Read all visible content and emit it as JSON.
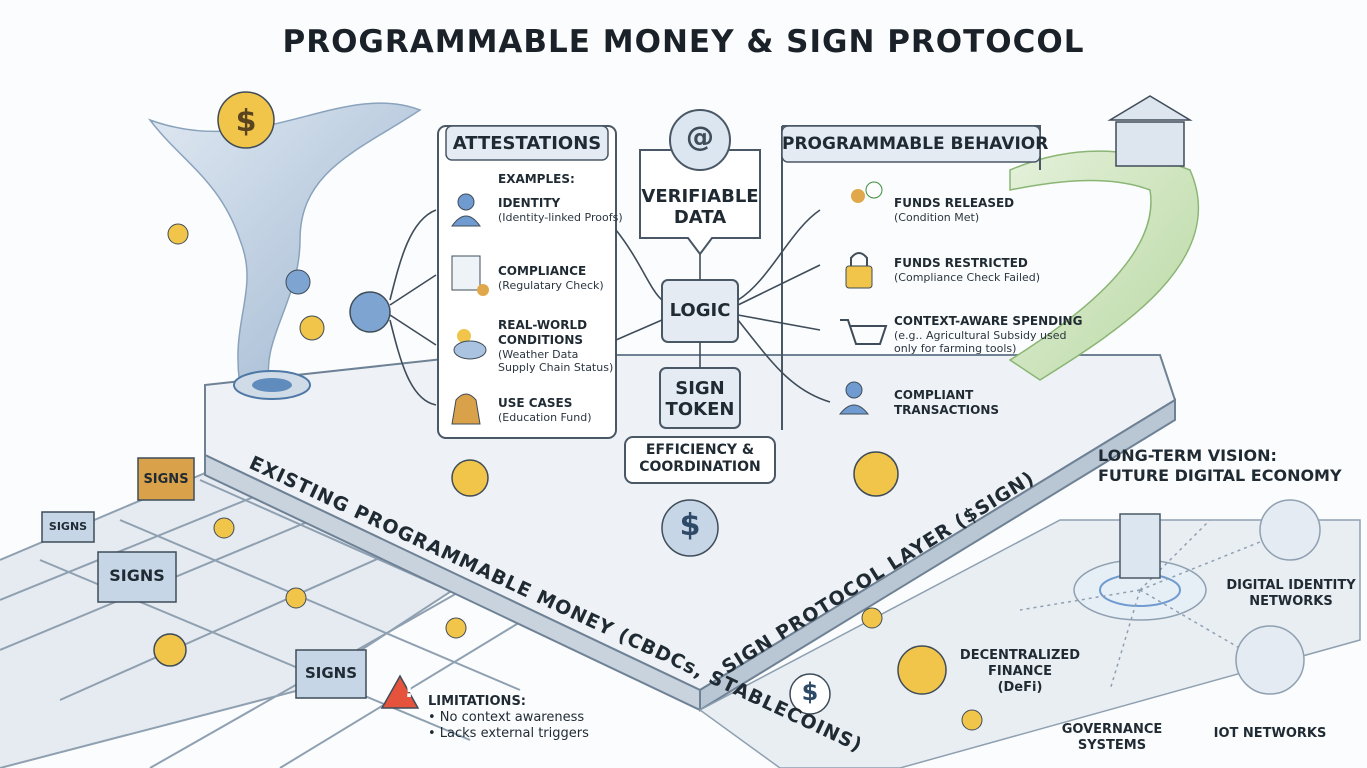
{
  "title": "PROGRAMMABLE MONEY & SIGN PROTOCOL",
  "attestations": {
    "header": "ATTESTATIONS",
    "examples_label": "EXAMPLES:",
    "items": [
      {
        "title": "IDENTITY",
        "desc": "(Identity-linked Proofs)"
      },
      {
        "title": "COMPLIANCE",
        "desc": "(Regulatary Check)"
      },
      {
        "title_1": "REAL-WORLD",
        "title_2": "CONDITIONS",
        "desc_1": "(Weather Data",
        "desc_2": "Supply Chain Status)"
      },
      {
        "title": "USE CASES",
        "desc": "(Education Fund)"
      }
    ]
  },
  "center": {
    "at_symbol": "@",
    "verifiable_1": "VERIFIABLE",
    "verifiable_2": "DATA",
    "logic": "LOGIC",
    "token_1": "SIGN",
    "token_2": "TOKEN",
    "efficiency_1": "EFFICIENCY &",
    "efficiency_2": "COORDINATION"
  },
  "behavior": {
    "header": "PROGRAMMABLE BEHAVIOR",
    "items": [
      {
        "title": "FUNDS RELEASED",
        "desc": "(Condition Met)"
      },
      {
        "title": "FUNDS RESTRICTED",
        "desc": "(Compliance Check Failed)"
      },
      {
        "title": "CONTEXT-AWARE SPENDING",
        "desc_1": "(e.g.. Agricultural Subsidy used",
        "desc_2": "only for farming tools)"
      },
      {
        "title_1": "COMPLIANT",
        "title_2": "TRANSACTIONS"
      }
    ]
  },
  "slab": {
    "existing": "EXISTING PROGRAMMABLE MONEY (CBDCs, STABLECOINS)",
    "sign_layer": "SIGN PROTOCOL LAYER ($SIGN)"
  },
  "vision": {
    "line_1": "LONG-TERM VISION:",
    "line_2": "FUTURE DIGITAL ECONOMY",
    "identity_1": "DIGITAL IDENTITY",
    "identity_2": "NETWORKS",
    "defi_1": "DECENTRALIZED",
    "defi_2": "FINANCE",
    "defi_3": "(DeFi)",
    "gov_1": "GOVERNANCE",
    "gov_2": "SYSTEMS",
    "iot": "IOT NETWORKS"
  },
  "limitations": {
    "title": "LIMITATIONS:",
    "items": [
      "• No context awareness",
      "• Lacks external triggers"
    ]
  },
  "signs": [
    "SIGNS",
    "SIGNS",
    "SIGNS",
    "SIGNS"
  ],
  "symbols": {
    "dollar": "$",
    "warning": "!"
  }
}
